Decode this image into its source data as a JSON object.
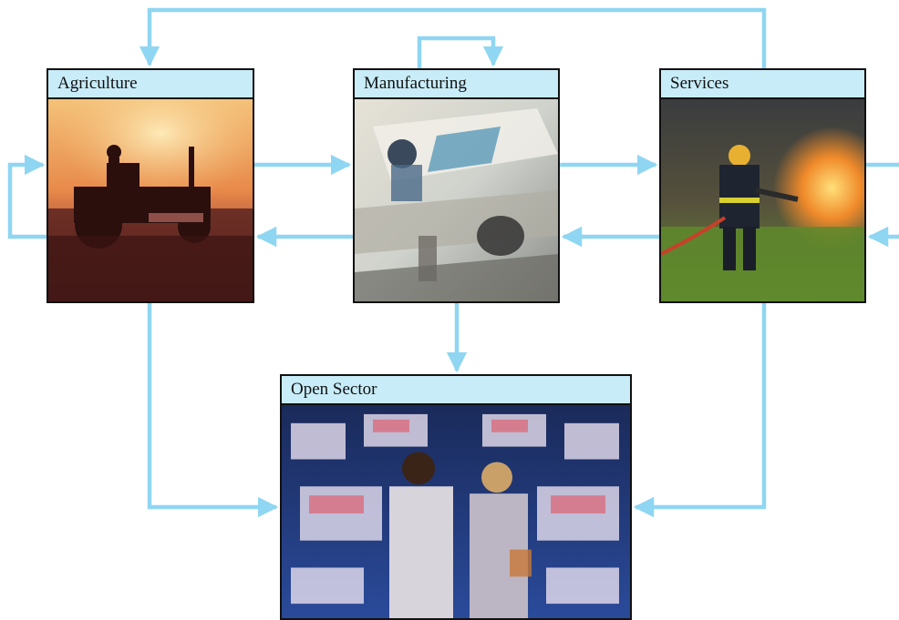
{
  "colors": {
    "arrow": "#8fd6f2",
    "label_bg": "#c8ecf8",
    "border": "#111111"
  },
  "nodes": {
    "agriculture": {
      "label": "Agriculture",
      "photo": "tractor-silhouette-sunset"
    },
    "manufacturing": {
      "label": "Manufacturing",
      "photo": "assembly-line-worker"
    },
    "services": {
      "label": "Services",
      "photo": "firefighter-at-fire"
    },
    "open_sector": {
      "label": "Open Sector",
      "photo": "stock-trading-floor-screens"
    }
  }
}
